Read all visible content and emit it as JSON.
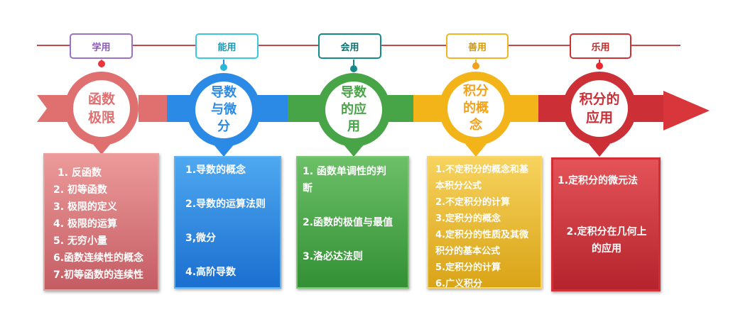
{
  "stages": [
    {
      "tag": "学用",
      "title": "函数\n极限",
      "items": [
        "1. 反函数",
        "2. 初等函数",
        "3. 极限的定义",
        "4. 极限的运算",
        "5. 无穷小量",
        "6.函数连续性的概念",
        "7.初等函数的连续性"
      ]
    },
    {
      "tag": "能用",
      "title": "导数\n与微\n分",
      "items": [
        "1.导数的概念",
        "",
        "2.导数的运算法则",
        "",
        "3,微分",
        "",
        "4.高阶导数"
      ]
    },
    {
      "tag": "会用",
      "title": "导数\n的应\n用",
      "items": [
        "1. 函数单调性的判\n断",
        "",
        "2.函数的极值与最值",
        "",
        "3.洛必达法则"
      ]
    },
    {
      "tag": "善用",
      "title": "积分\n的概\n念",
      "items": [
        "1.不定积分的概念和基\n本积分公式",
        "2.不定积分的计算",
        "3.定积分的概念",
        "4.定积分的性质及其微\n积分的基本公式",
        "5.定积分的计算",
        "6.广义积分"
      ]
    },
    {
      "tag": "乐用",
      "title": "积分的\n应用",
      "items": [
        "1.定积分的微元法",
        "",
        "",
        "2.定积分在几何上\n的应用"
      ]
    }
  ],
  "colors": {
    "timeline": "#c9474b",
    "stage_colors": [
      "#e06f6f",
      "#2a8ae6",
      "#47a447",
      "#f2b418",
      "#cc2f35"
    ],
    "tag_borders": [
      "#9b72c4",
      "#3ec7e0",
      "#148a8a",
      "#f0b525",
      "#cc3333"
    ],
    "tag_text": [
      "#8a5bbd",
      "#1a9bb5",
      "#0f7272",
      "#d99a00",
      "#c62828"
    ]
  }
}
